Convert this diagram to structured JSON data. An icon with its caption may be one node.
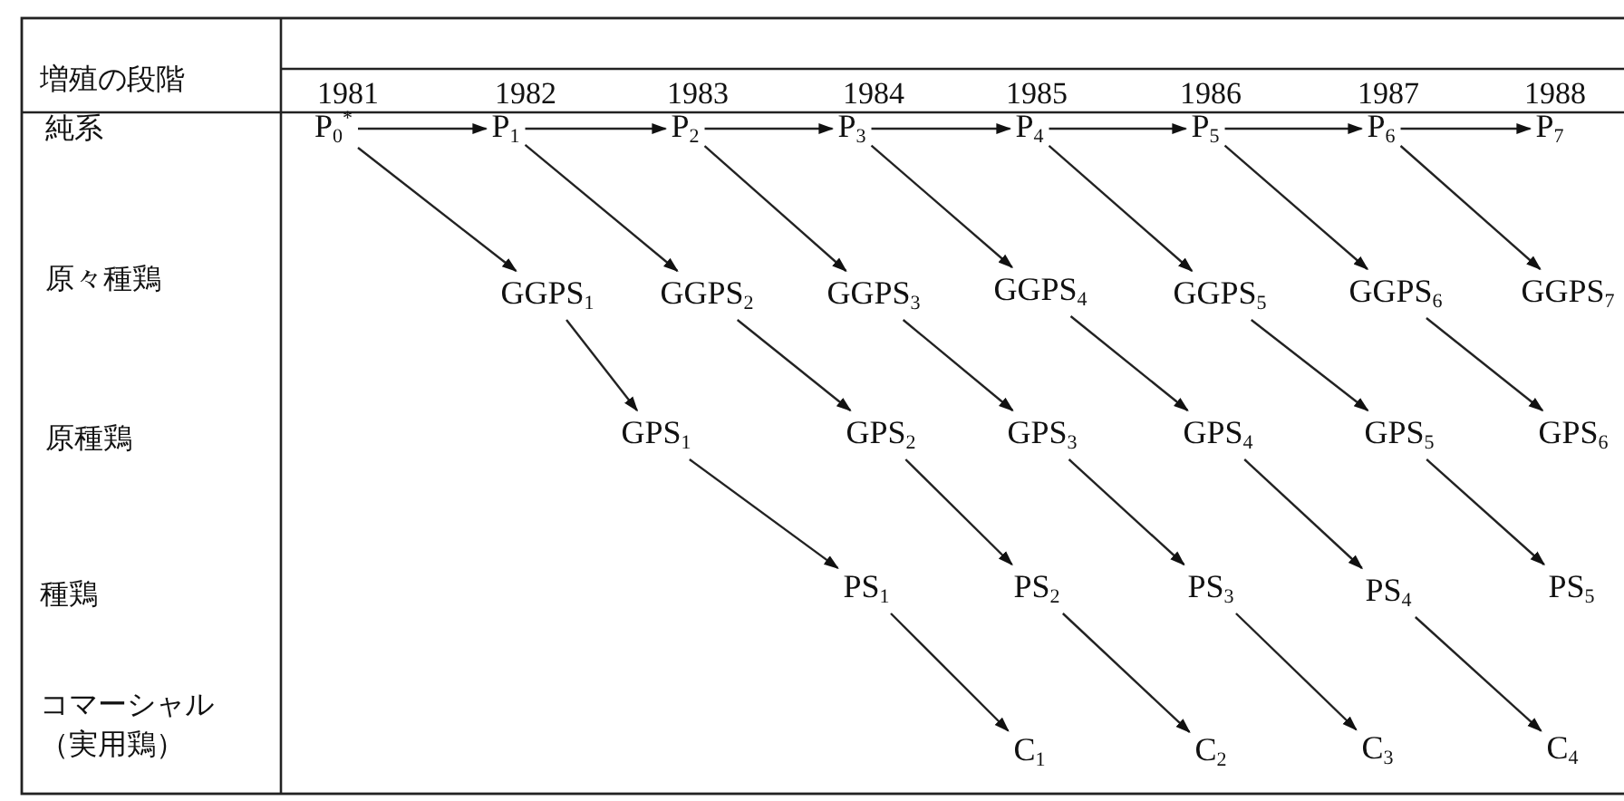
{
  "diagram": {
    "nodes": [
      {
        "text": [
          "P$_{0}$$^{*}$"
        ]
      },
      {
        "text": [
          "P$_{1}$"
        ]
      },
      {
        "text": [
          "P$_{2}$"
        ]
      },
      {
        "text": [
          "P$_{3}$"
        ]
      },
      {
        "text": [
          "P$_{4}$"
        ]
      },
      {
        "text": [
          "P$_{5}$"
        ]
      },
      {
        "text": [
          "P$_{6}$"
        ]
      },
      {
        "text": [
          "P$_{7}$"
        ]
      },
      {
        "text": [
          "GGPS$_{1}$"
        ]
      },
      {
        "text": [
          "GGPS$_{2}$"
        ]
      },
      {
        "text": [
          "GGPS$_{3}$"
        ]
      },
      {
        "text": [
          "GGPS$_{4}$"
        ]
      },
      {
        "text": [
          "GGPS$_{5}$"
        ]
      },
      {
        "text": [
          "GGPS$_{6}$"
        ]
      },
      {
        "text": [
          "GGPS$_{7}$"
        ]
      },
      {
        "text": [
          "GPS$_{1}$"
        ]
      },
      {
        "text": [
          "GPS$_{2}$"
        ]
      },
      {
        "text": [
          "GPS$_{3}$"
        ]
      },
      {
        "text": [
          "GPS$_{4}$"
        ]
      },
      {
        "text": [
          "GPS$_{5}$"
        ]
      },
      {
        "text": [
          "GPS$_{6}$"
        ]
      },
      {
        "text": [
          "PS$_{1}$"
        ]
      },
      {
        "text": [
          "PS$_{2}$"
        ]
      },
      {
        "text": [
          "PS$_{3}$"
        ]
      },
      {
        "text": [
          "PS$_{4}$"
        ]
      },
      {
        "text": [
          "PS$_{5}$"
        ]
      },
      {
        "text": [
          "C$_{1}$"
        ]
      },
      {
        "text": [
          "C$_{2}$"
        ]
      },
      {
        "text": [
          "C$_{3}$"
        ]
      },
      {
        "text": [
          "C$_{4}$"
        ]
      }
    ],
    "edges": [
      {
        "from": 0,
        "to": 1,
        "arrow": "to"
      },
      {
        "from": 1,
        "to": 2,
        "arrow": "to"
      },
      {
        "from": 2,
        "to": 3,
        "arrow": "to"
      },
      {
        "from": 3,
        "to": 4,
        "arrow": "to"
      },
      {
        "from": 4,
        "to": 5,
        "arrow": "to"
      },
      {
        "from": 5,
        "to": 6,
        "arrow": "to"
      },
      {
        "from": 6,
        "to": 7,
        "arrow": "to"
      },
      {
        "from": 0,
        "to": 8,
        "arrow": "to"
      },
      {
        "from": 1,
        "to": 9,
        "arrow": "to"
      },
      {
        "from": 2,
        "to": 10,
        "arrow": "to"
      },
      {
        "from": 3,
        "to": 11,
        "arrow": "to"
      },
      {
        "from": 4,
        "to": 12,
        "arrow": "to"
      },
      {
        "from": 5,
        "to": 13,
        "arrow": "to"
      },
      {
        "from": 6,
        "to": 14,
        "arrow": "to"
      },
      {
        "from": 8,
        "to": 15,
        "arrow": "to"
      },
      {
        "from": 9,
        "to": 16,
        "arrow": "to"
      },
      {
        "from": 10,
        "to": 17,
        "arrow": "to"
      },
      {
        "from": 11,
        "to": 18,
        "arrow": "to"
      },
      {
        "from": 12,
        "to": 19,
        "arrow": "to"
      },
      {
        "from": 13,
        "to": 20,
        "arrow": "to"
      },
      {
        "from": 15,
        "to": 21,
        "arrow": "to"
      },
      {
        "from": 16,
        "to": 22,
        "arrow": "to"
      },
      {
        "from": 17,
        "to": 23,
        "arrow": "to"
      },
      {
        "from": 18,
        "to": 24,
        "arrow": "to"
      },
      {
        "from": 19,
        "to": 25,
        "arrow": "to"
      },
      {
        "from": 21,
        "to": 26,
        "arrow": "to"
      },
      {
        "from": 22,
        "to": 27,
        "arrow": "to"
      },
      {
        "from": 23,
        "to": 28,
        "arrow": "to"
      },
      {
        "from": 24,
        "to": 29,
        "arrow": "to"
      }
    ],
    "labels": [
      "増殖の段階",
      "1981",
      "1982",
      "1983",
      "1984",
      "1985",
      "1986",
      "1987",
      "1988",
      "純系",
      "原々種鶏",
      "原種鶏",
      "種鶏",
      "コマーシャル（実用鶏）"
    ]
  }
}
